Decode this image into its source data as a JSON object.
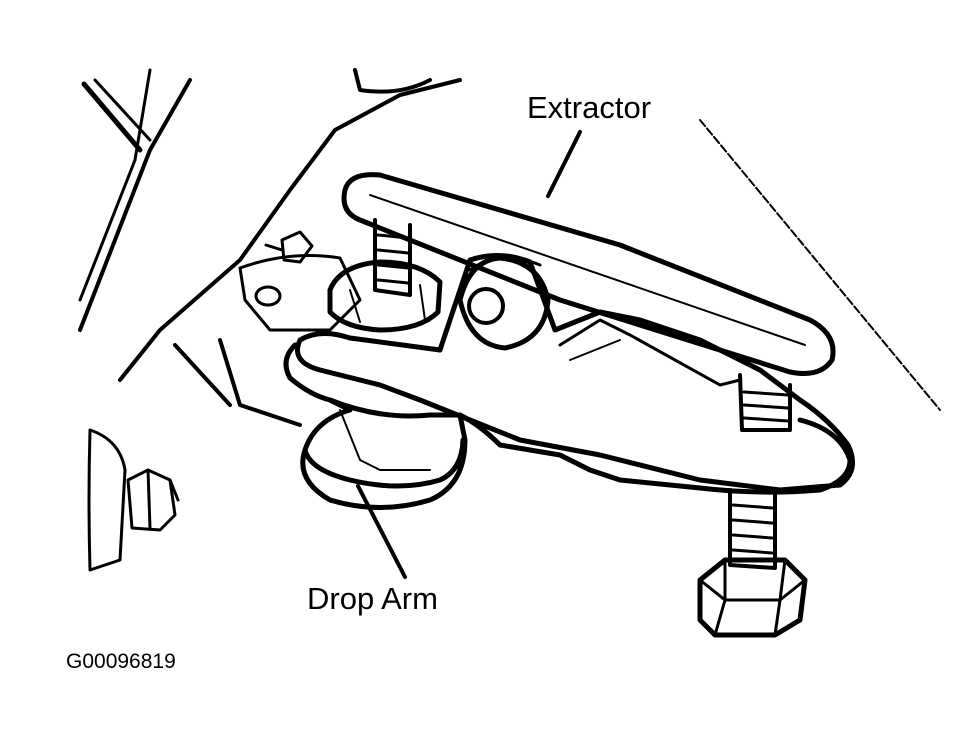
{
  "labels": {
    "extractor": "Extractor",
    "drop_arm": "Drop Arm",
    "figure_code": "G00096819"
  },
  "colors": {
    "ink": "#000000",
    "paper": "#ffffff"
  }
}
